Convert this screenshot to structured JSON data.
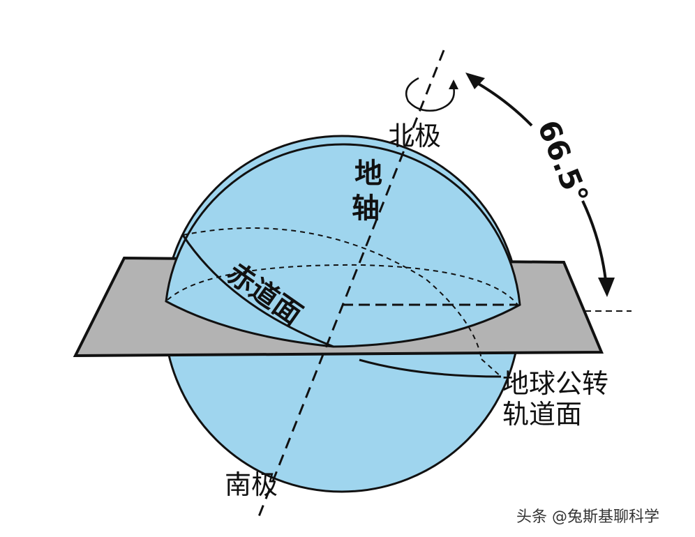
{
  "labels": {
    "north_pole": "北极",
    "earth_axis": "地轴",
    "equatorial_plane": "赤道面",
    "orbital_plane_line1": "地球公转",
    "orbital_plane_line2": "轨道面",
    "south_pole": "南极",
    "angle": "66.5°"
  },
  "watermark": "头条 @兔斯基聊科学",
  "colors": {
    "sphere": "#9fd5ee",
    "plane": "#b3b3b3",
    "line": "#111111"
  }
}
